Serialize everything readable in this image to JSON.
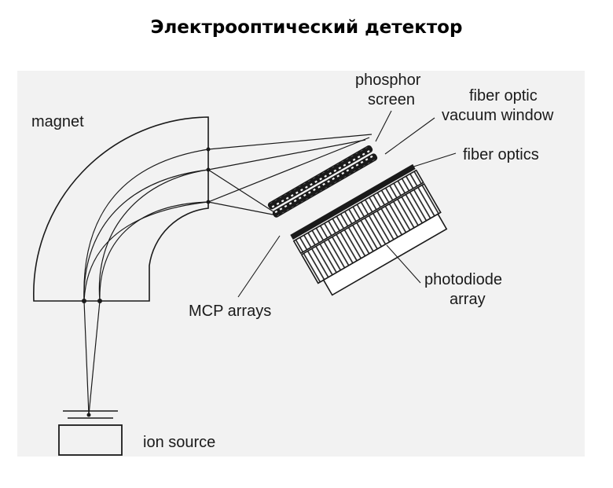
{
  "title": "Электрооптический детектор",
  "labels": {
    "magnet": "magnet",
    "phosphor_line1": "phosphor",
    "phosphor_line2": "screen",
    "fiber_window_line1": "fiber optic",
    "fiber_window_line2": "vacuum window",
    "fiber_optics": "fiber optics",
    "photodiode_line1": "photodiode",
    "photodiode_line2": "array",
    "mcp": "MCP arrays",
    "ion_source": "ion source"
  },
  "colors": {
    "background": "#ffffff",
    "panel": "#f2f2f2",
    "ink": "#1a1a1a"
  }
}
